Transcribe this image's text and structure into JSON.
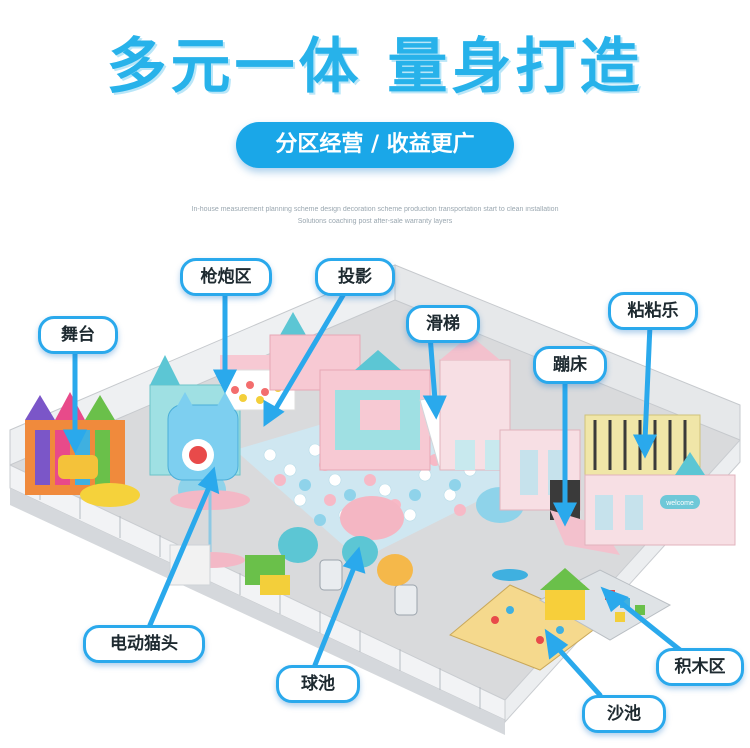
{
  "headline": "多元一体 量身打造",
  "subtitle": "分区经营 / 收益更广",
  "fine_print": {
    "line1": "In-house measurement planning scheme design decoration scheme production transportation start to clean installation",
    "line2": "Solutions coaching post after-sale warranty layers"
  },
  "labels": {
    "stage": "舞台",
    "cannon_zone": "枪炮区",
    "projection": "投影",
    "slide": "滑梯",
    "trampoline": "蹦床",
    "sticky_wall": "粘粘乐",
    "electric_cat_head": "电动猫头",
    "ball_pool": "球池",
    "sand_pool": "沙池",
    "block_zone": "积木区"
  },
  "scene_text": {
    "welcome_sign": "welcome"
  },
  "colors": {
    "accent": "#27b2ea",
    "label_border": "#2aa9ec",
    "castle_pink": "#f7c9d3",
    "castle_teal": "#9fe0e3",
    "floor": "#d9dadc"
  }
}
